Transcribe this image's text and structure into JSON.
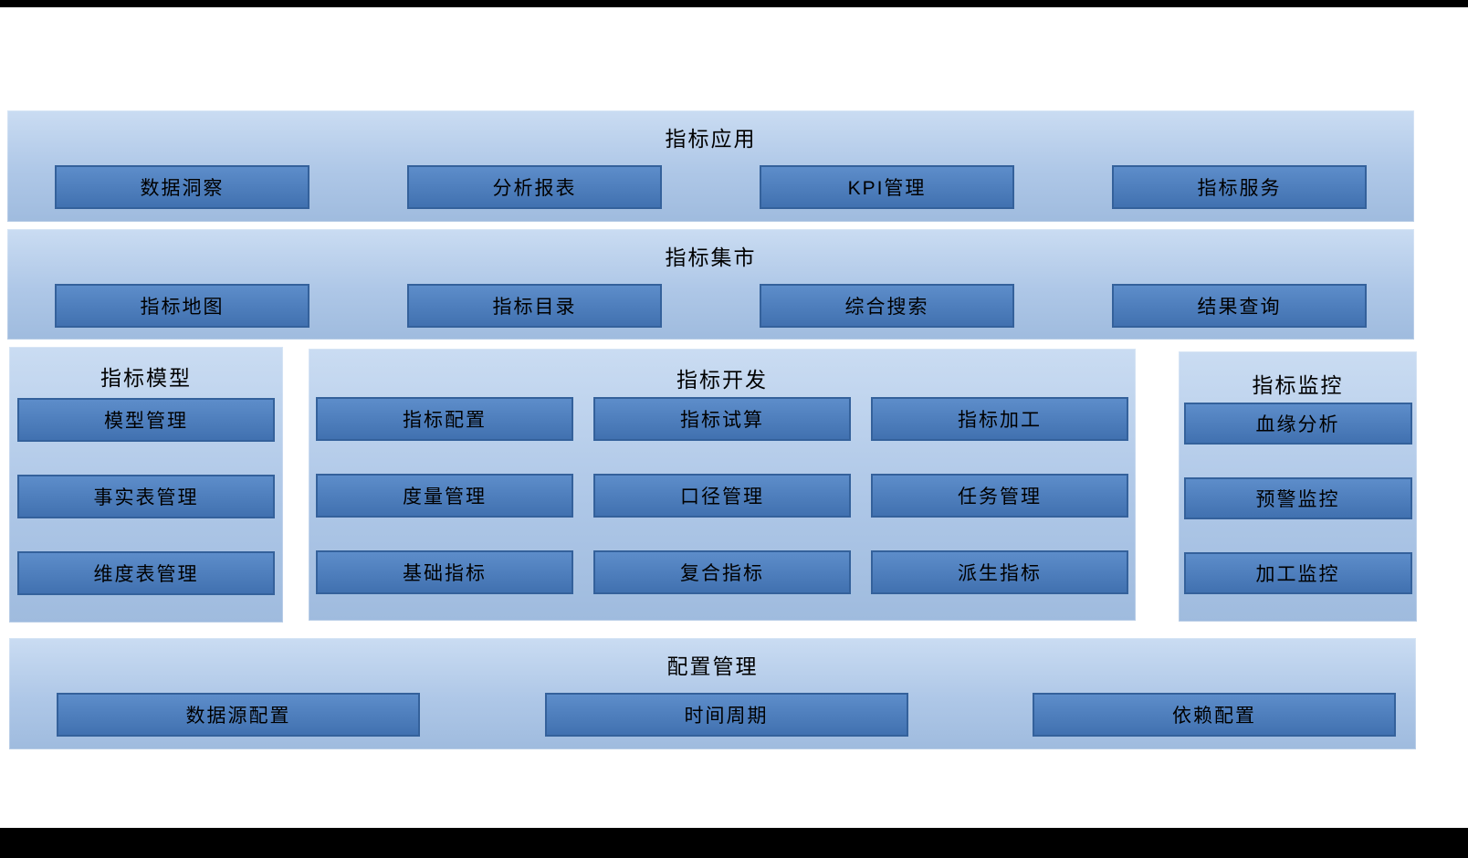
{
  "diagram": {
    "colors": {
      "panel_top": "#cadcf2",
      "panel_mid": "#aec7e7",
      "panel_bottom": "#9fbbde",
      "box_fill_light": "#5d8dca",
      "box_fill": "#4171b0",
      "box_border": "#34619b",
      "text": "#000000"
    },
    "sections": {
      "application": {
        "title": "指标应用",
        "items": [
          "数据洞察",
          "分析报表",
          "KPI管理",
          "指标服务"
        ]
      },
      "market": {
        "title": "指标集市",
        "items": [
          "指标地图",
          "指标目录",
          "综合搜索",
          "结果查询"
        ]
      },
      "model": {
        "title": "指标模型",
        "items": [
          "模型管理",
          "事实表管理",
          "维度表管理"
        ]
      },
      "development": {
        "title": "指标开发",
        "items": [
          "指标配置",
          "指标试算",
          "指标加工",
          "度量管理",
          "口径管理",
          "任务管理",
          "基础指标",
          "复合指标",
          "派生指标"
        ]
      },
      "monitoring": {
        "title": "指标监控",
        "items": [
          "血缘分析",
          "预警监控",
          "加工监控"
        ]
      },
      "configuration": {
        "title": "配置管理",
        "items": [
          "数据源配置",
          "时间周期",
          "依赖配置"
        ]
      }
    }
  }
}
